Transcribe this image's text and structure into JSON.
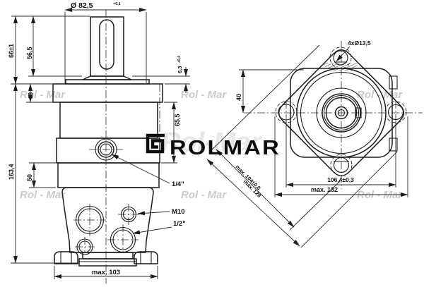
{
  "watermark": {
    "text": "Rol - Mar",
    "big_text": "Rol-Mar",
    "color": "#bdbdbd"
  },
  "logo": {
    "name": "ROLMAR"
  },
  "front_view": {
    "dia_shaft": "Ø 82,5",
    "dia_shaft_tol": "+0,1",
    "h_66": "66±1",
    "h_565": "56,5",
    "h_63": "6,3",
    "h_63_tol": "+0,4",
    "t_18": "18",
    "h_655": "65,5",
    "h_1634": "163,4",
    "h_50": "50",
    "port_top": "1/4\"",
    "port_m10": "M10",
    "port_side": "1/2\"",
    "w_max103": "max. 103"
  },
  "rear_view": {
    "holes": "4xØ13,5",
    "h_40": "40",
    "diag_104": "max. 104±0,8",
    "diag_128": "max. 128",
    "spacing_1064": "106,4±0,3",
    "w_max132": "max. 132"
  }
}
